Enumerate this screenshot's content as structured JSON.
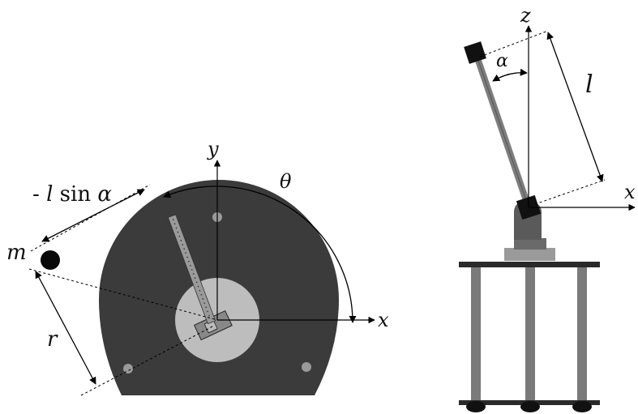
{
  "labels": {
    "neg_l_sin_alpha_prefix": "- ",
    "l_sin_alpha_l": "l",
    "l_sin_alpha_sin": " sin ",
    "l_sin_alpha_alpha": "α",
    "theta": "θ",
    "m": "m",
    "r": "r",
    "x_left": "x",
    "y_left": "y",
    "z": "z",
    "alpha_right": "α",
    "l_right": "l",
    "x_right": "x"
  },
  "colors": {
    "disc": "#3b3b3b",
    "hub": "#bdbdbd",
    "rod": "#8a8a8a",
    "block": "#111111",
    "post": "#7a7a7a",
    "plate": "#2a2a2a"
  }
}
